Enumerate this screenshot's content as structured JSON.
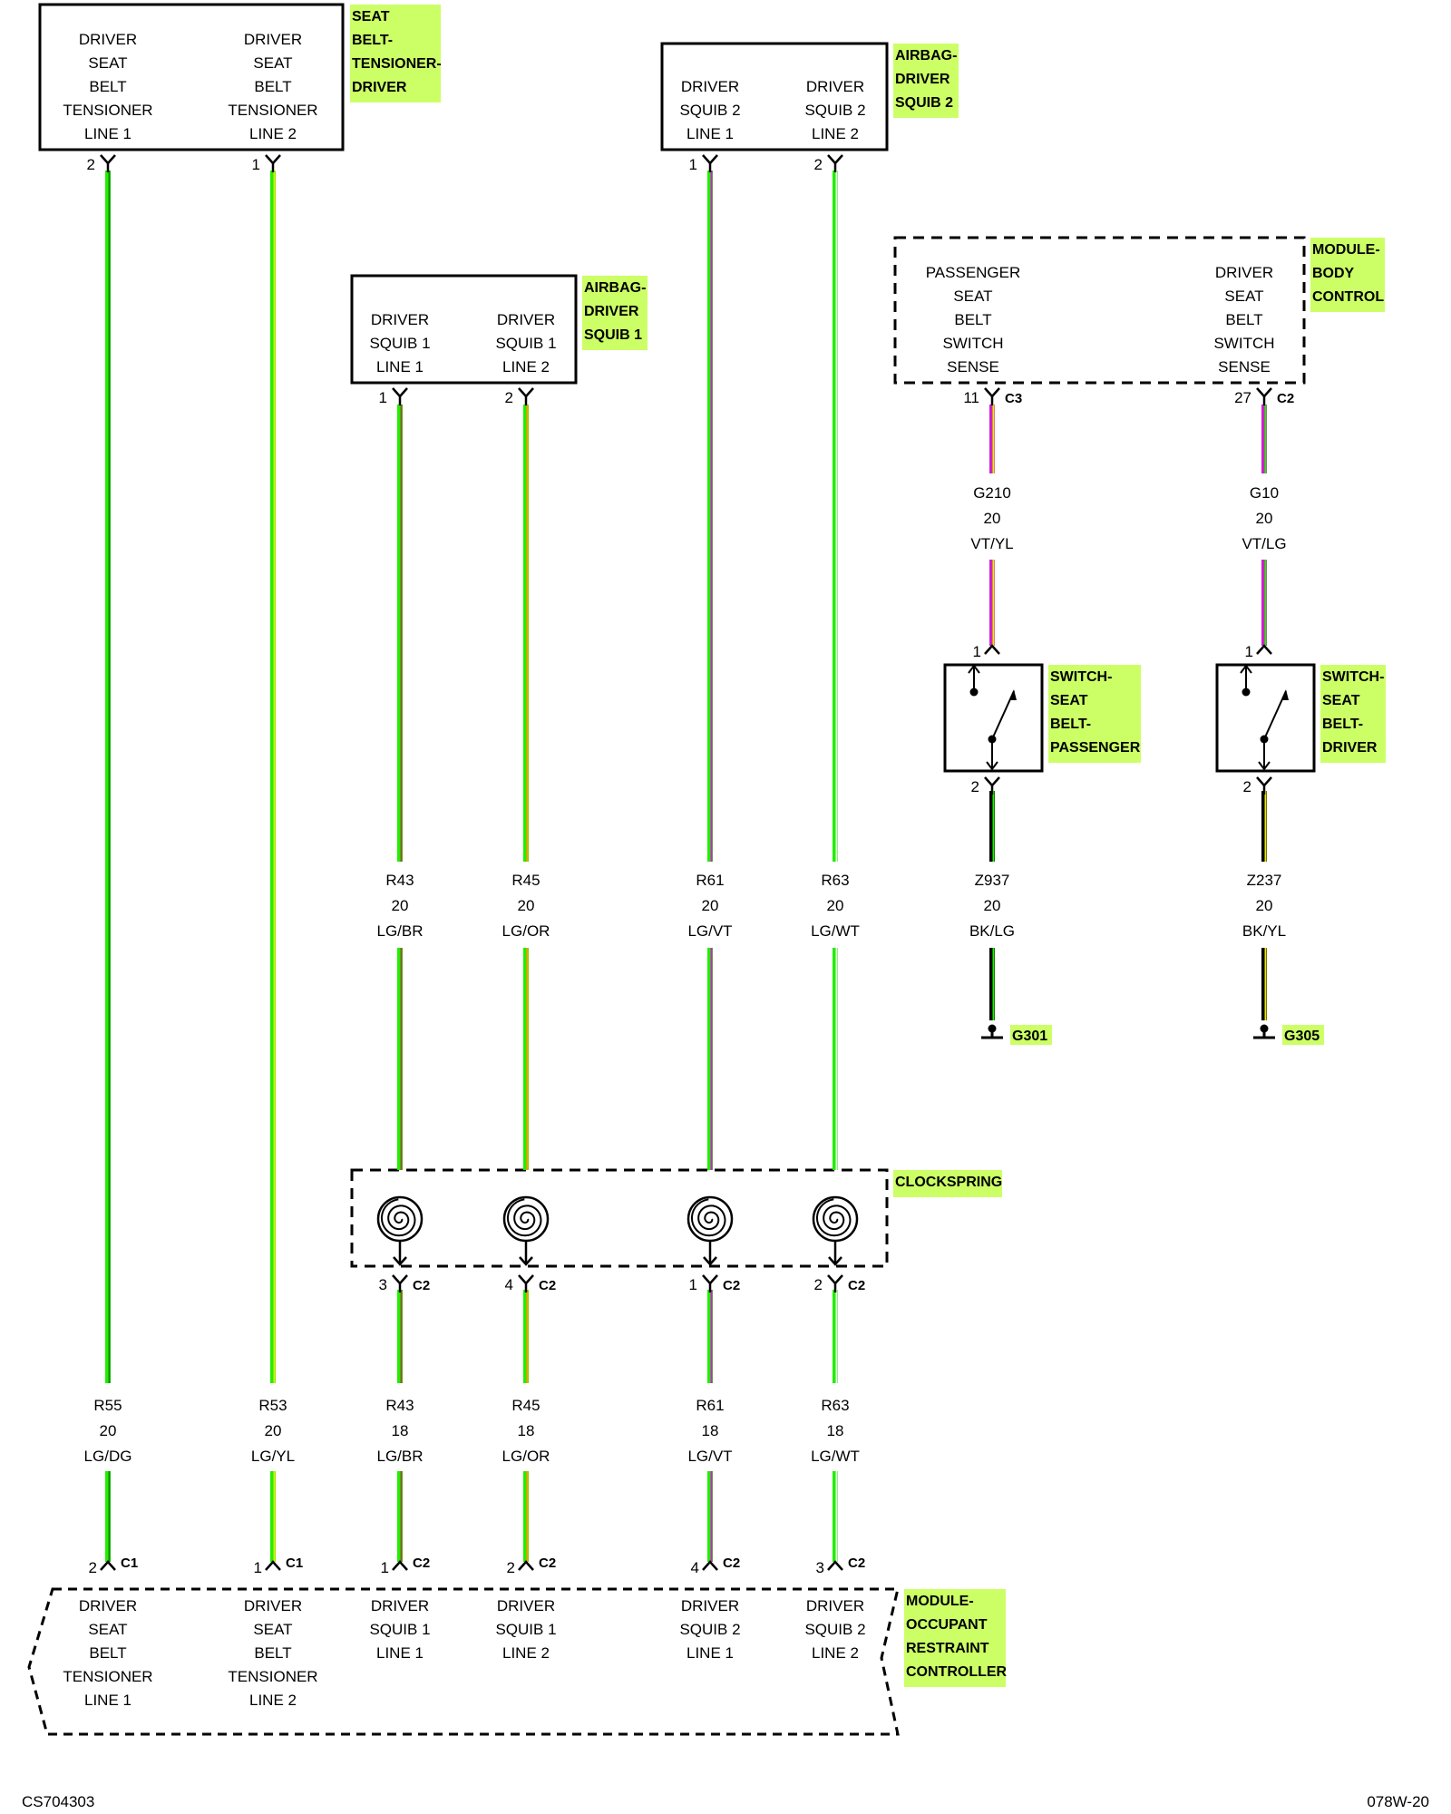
{
  "colors": {
    "LG": "#22ee00",
    "DG": "#118811",
    "YL": "#e8e800",
    "VT": "#cc22cc",
    "OR": "#ff9900",
    "BR": "#8b5a2b",
    "WT": "#f4f4f4",
    "BK": "#000000",
    "tag_bg": "#ccff66"
  },
  "components": {
    "tensioner": {
      "name": [
        "SEAT",
        "BELT-",
        "TENSIONER-",
        "DRIVER"
      ],
      "pin_a": [
        "DRIVER",
        "SEAT",
        "BELT",
        "TENSIONER",
        "LINE 1"
      ],
      "pin_b": [
        "DRIVER",
        "SEAT",
        "BELT",
        "TENSIONER",
        "LINE 2"
      ],
      "pin_a_num": "2",
      "pin_b_num": "1"
    },
    "squib2": {
      "name": [
        "AIRBAG-",
        "DRIVER",
        "SQUIB 2"
      ],
      "pin_a": [
        "DRIVER",
        "SQUIB 2",
        "LINE 1"
      ],
      "pin_b": [
        "DRIVER",
        "SQUIB 2",
        "LINE 2"
      ],
      "pin_a_num": "1",
      "pin_b_num": "2"
    },
    "squib1": {
      "name": [
        "AIRBAG-",
        "DRIVER",
        "SQUIB 1"
      ],
      "pin_a": [
        "DRIVER",
        "SQUIB 1",
        "LINE 1"
      ],
      "pin_b": [
        "DRIVER",
        "SQUIB 1",
        "LINE 2"
      ],
      "pin_a_num": "1",
      "pin_b_num": "2"
    },
    "bcm": {
      "name": [
        "MODULE-",
        "BODY",
        "CONTROL"
      ],
      "pin_a": [
        "PASSENGER",
        "SEAT",
        "BELT",
        "SWITCH",
        "SENSE"
      ],
      "pin_b": [
        "DRIVER",
        "SEAT",
        "BELT",
        "SWITCH",
        "SENSE"
      ],
      "pin_a_num": "11",
      "pin_a_conn": "C3",
      "pin_b_num": "27",
      "pin_b_conn": "C2"
    },
    "sw_pass": {
      "name": [
        "SWITCH-",
        "SEAT",
        "BELT-",
        "PASSENGER"
      ],
      "top_pin": "1",
      "bot_pin": "2"
    },
    "sw_drv": {
      "name": [
        "SWITCH-",
        "SEAT",
        "BELT-",
        "DRIVER"
      ],
      "top_pin": "1",
      "bot_pin": "2"
    },
    "clockspring": {
      "name": [
        "CLOCKSPRING"
      ],
      "out_pins": [
        {
          "num": "3",
          "conn": "C2"
        },
        {
          "num": "4",
          "conn": "C2"
        },
        {
          "num": "1",
          "conn": "C2"
        },
        {
          "num": "2",
          "conn": "C2"
        }
      ]
    },
    "orc": {
      "name": [
        "MODULE-",
        "OCCUPANT",
        "RESTRAINT",
        "CONTROLLER"
      ],
      "pins": [
        {
          "num": "2",
          "conn": "C1",
          "label": [
            "DRIVER",
            "SEAT",
            "BELT",
            "TENSIONER",
            "LINE 1"
          ]
        },
        {
          "num": "1",
          "conn": "C1",
          "label": [
            "DRIVER",
            "SEAT",
            "BELT",
            "TENSIONER",
            "LINE 2"
          ]
        },
        {
          "num": "1",
          "conn": "C2",
          "label": [
            "DRIVER",
            "SQUIB 1",
            "LINE 1"
          ]
        },
        {
          "num": "2",
          "conn": "C2",
          "label": [
            "DRIVER",
            "SQUIB 1",
            "LINE 2"
          ]
        },
        {
          "num": "4",
          "conn": "C2",
          "label": [
            "DRIVER",
            "SQUIB 2",
            "LINE 1"
          ]
        },
        {
          "num": "3",
          "conn": "C2",
          "label": [
            "DRIVER",
            "SQUIB 2",
            "LINE 2"
          ]
        }
      ]
    }
  },
  "wires": [
    {
      "circuit": "R55",
      "gauge": "20",
      "color": "LG/DG"
    },
    {
      "circuit": "R53",
      "gauge": "20",
      "color": "LG/YL"
    },
    {
      "circuit": "R43",
      "gauge": "20",
      "color": "LG/BR"
    },
    {
      "circuit": "R45",
      "gauge": "20",
      "color": "LG/OR"
    },
    {
      "circuit": "R61",
      "gauge": "20",
      "color": "LG/VT"
    },
    {
      "circuit": "R63",
      "gauge": "20",
      "color": "LG/WT"
    },
    {
      "circuit": "R43",
      "gauge": "18",
      "color": "LG/BR"
    },
    {
      "circuit": "R45",
      "gauge": "18",
      "color": "LG/OR"
    },
    {
      "circuit": "R61",
      "gauge": "18",
      "color": "LG/VT"
    },
    {
      "circuit": "R63",
      "gauge": "18",
      "color": "LG/WT"
    },
    {
      "circuit": "G210",
      "gauge": "20",
      "color": "VT/YL"
    },
    {
      "circuit": "G10",
      "gauge": "20",
      "color": "VT/LG"
    },
    {
      "circuit": "Z937",
      "gauge": "20",
      "color": "BK/LG"
    },
    {
      "circuit": "Z237",
      "gauge": "20",
      "color": "BK/YL"
    }
  ],
  "grounds": [
    "G301",
    "G305"
  ],
  "footer": {
    "left": "CS704303",
    "right": "078W-20"
  }
}
